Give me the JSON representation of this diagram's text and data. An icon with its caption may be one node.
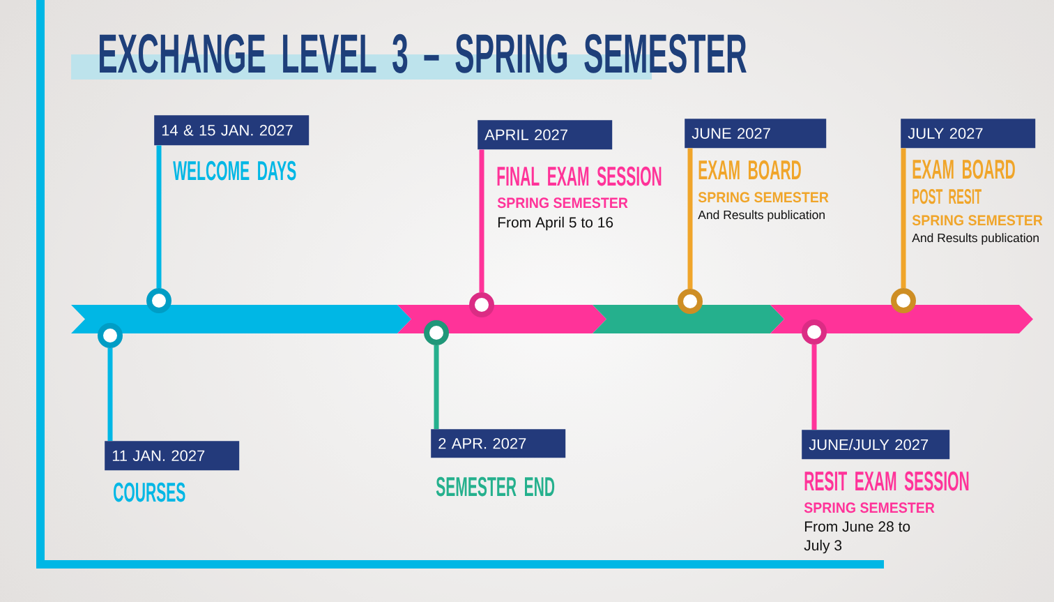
{
  "diagram": {
    "title": "EXCHANGE LEVEL 3 – SPRING SEMESTER",
    "nodes": [
      {
        "text": [
          "14 & 15 JAN. 2027"
        ],
        "beside": [
          "WELCOME DAYS"
        ]
      },
      {
        "text": [
          "APRIL 2027"
        ],
        "beside": [
          "FINAL EXAM SESSION",
          "SPRING SEMESTER",
          "From April 5 to 16"
        ]
      },
      {
        "text": [
          "JUNE 2027"
        ],
        "beside": [
          "EXAM BOARD",
          "SPRING SEMESTER",
          "And Results publication"
        ]
      },
      {
        "text": [
          "JULY 2027"
        ],
        "beside": [
          "EXAM BOARD",
          "POST RESIT",
          "SPRING SEMESTER",
          "And Results publication"
        ]
      },
      {
        "text": [],
        "shape": "circle"
      },
      {
        "text": [],
        "shape": "circle"
      },
      {
        "text": [],
        "shape": "circle"
      },
      {
        "text": [],
        "shape": "circle"
      },
      {
        "text": [],
        "shape": "circle"
      },
      {
        "text": [],
        "shape": "circle"
      },
      {
        "text": [],
        "shape": "circle"
      },
      {
        "text": [
          "11 JAN. 2027"
        ],
        "beside": [
          "COURSES"
        ]
      },
      {
        "text": [
          "2 APR. 2027"
        ],
        "beside": [
          "SEMESTER END"
        ]
      },
      {
        "text": [
          "JUNE/JULY 2027"
        ],
        "beside": [
          "RESIT EXAM SESSION",
          "SPRING SEMESTER",
          "From June 28 to July 3"
        ]
      }
    ],
    "edges": [
      {
        "from": 4,
        "to": 11,
        "arrow": "none",
        "color": "#00b7e5"
      },
      {
        "from": 5,
        "to": 0,
        "arrow": "none",
        "color": "#00b7e5"
      },
      {
        "from": 6,
        "to": 12,
        "arrow": "none",
        "color": "#25b08d"
      },
      {
        "from": 7,
        "to": 1,
        "arrow": "none",
        "color": "#ff3399"
      },
      {
        "from": 8,
        "to": 2,
        "arrow": "none",
        "color": "#f0a52a"
      },
      {
        "from": 9,
        "to": 13,
        "arrow": "none",
        "color": "#ff3399"
      },
      {
        "from": 10,
        "to": 3,
        "arrow": "none",
        "color": "#f0a52a"
      }
    ]
  }
}
